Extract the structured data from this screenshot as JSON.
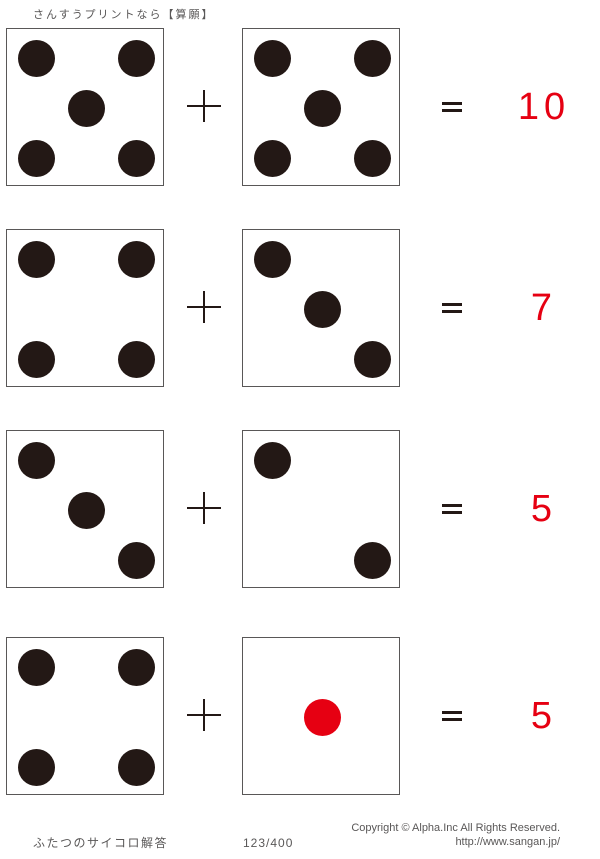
{
  "header": {
    "title": "さんすうプリントなら【算願】"
  },
  "colors": {
    "pip_black": "#231815",
    "pip_red": "#e60012",
    "answer_red": "#e60012",
    "box_border": "#595757",
    "caption_gray": "#595757"
  },
  "problems": [
    {
      "die1": {
        "value": 5,
        "pips": [
          "tl",
          "tr",
          "c",
          "bl",
          "br"
        ],
        "pip_color": "#231815"
      },
      "operator": "+",
      "die2": {
        "value": 5,
        "pips": [
          "tl",
          "tr",
          "c",
          "bl",
          "br"
        ],
        "pip_color": "#231815"
      },
      "equals": "=",
      "answer": "10"
    },
    {
      "die1": {
        "value": 4,
        "pips": [
          "tl",
          "tr",
          "bl",
          "br"
        ],
        "pip_color": "#231815"
      },
      "operator": "+",
      "die2": {
        "value": 3,
        "pips": [
          "tl",
          "c",
          "br"
        ],
        "pip_color": "#231815"
      },
      "equals": "=",
      "answer": "7"
    },
    {
      "die1": {
        "value": 3,
        "pips": [
          "tl",
          "c",
          "br"
        ],
        "pip_color": "#231815"
      },
      "operator": "+",
      "die2": {
        "value": 2,
        "pips": [
          "tl",
          "br"
        ],
        "pip_color": "#231815"
      },
      "equals": "=",
      "answer": "5"
    },
    {
      "die1": {
        "value": 4,
        "pips": [
          "tl",
          "tr",
          "bl",
          "br"
        ],
        "pip_color": "#231815"
      },
      "operator": "+",
      "die2": {
        "value": 1,
        "pips": [
          "c"
        ],
        "pip_color": "#e60012"
      },
      "equals": "=",
      "answer": "5"
    }
  ],
  "footer": {
    "worksheet_label": "ふたつのサイコロ解答",
    "page_number": "123/400",
    "copyright": "Copyright ©  Alpha.Inc All Rights Reserved.",
    "url": "http://www.sangan.jp/"
  }
}
